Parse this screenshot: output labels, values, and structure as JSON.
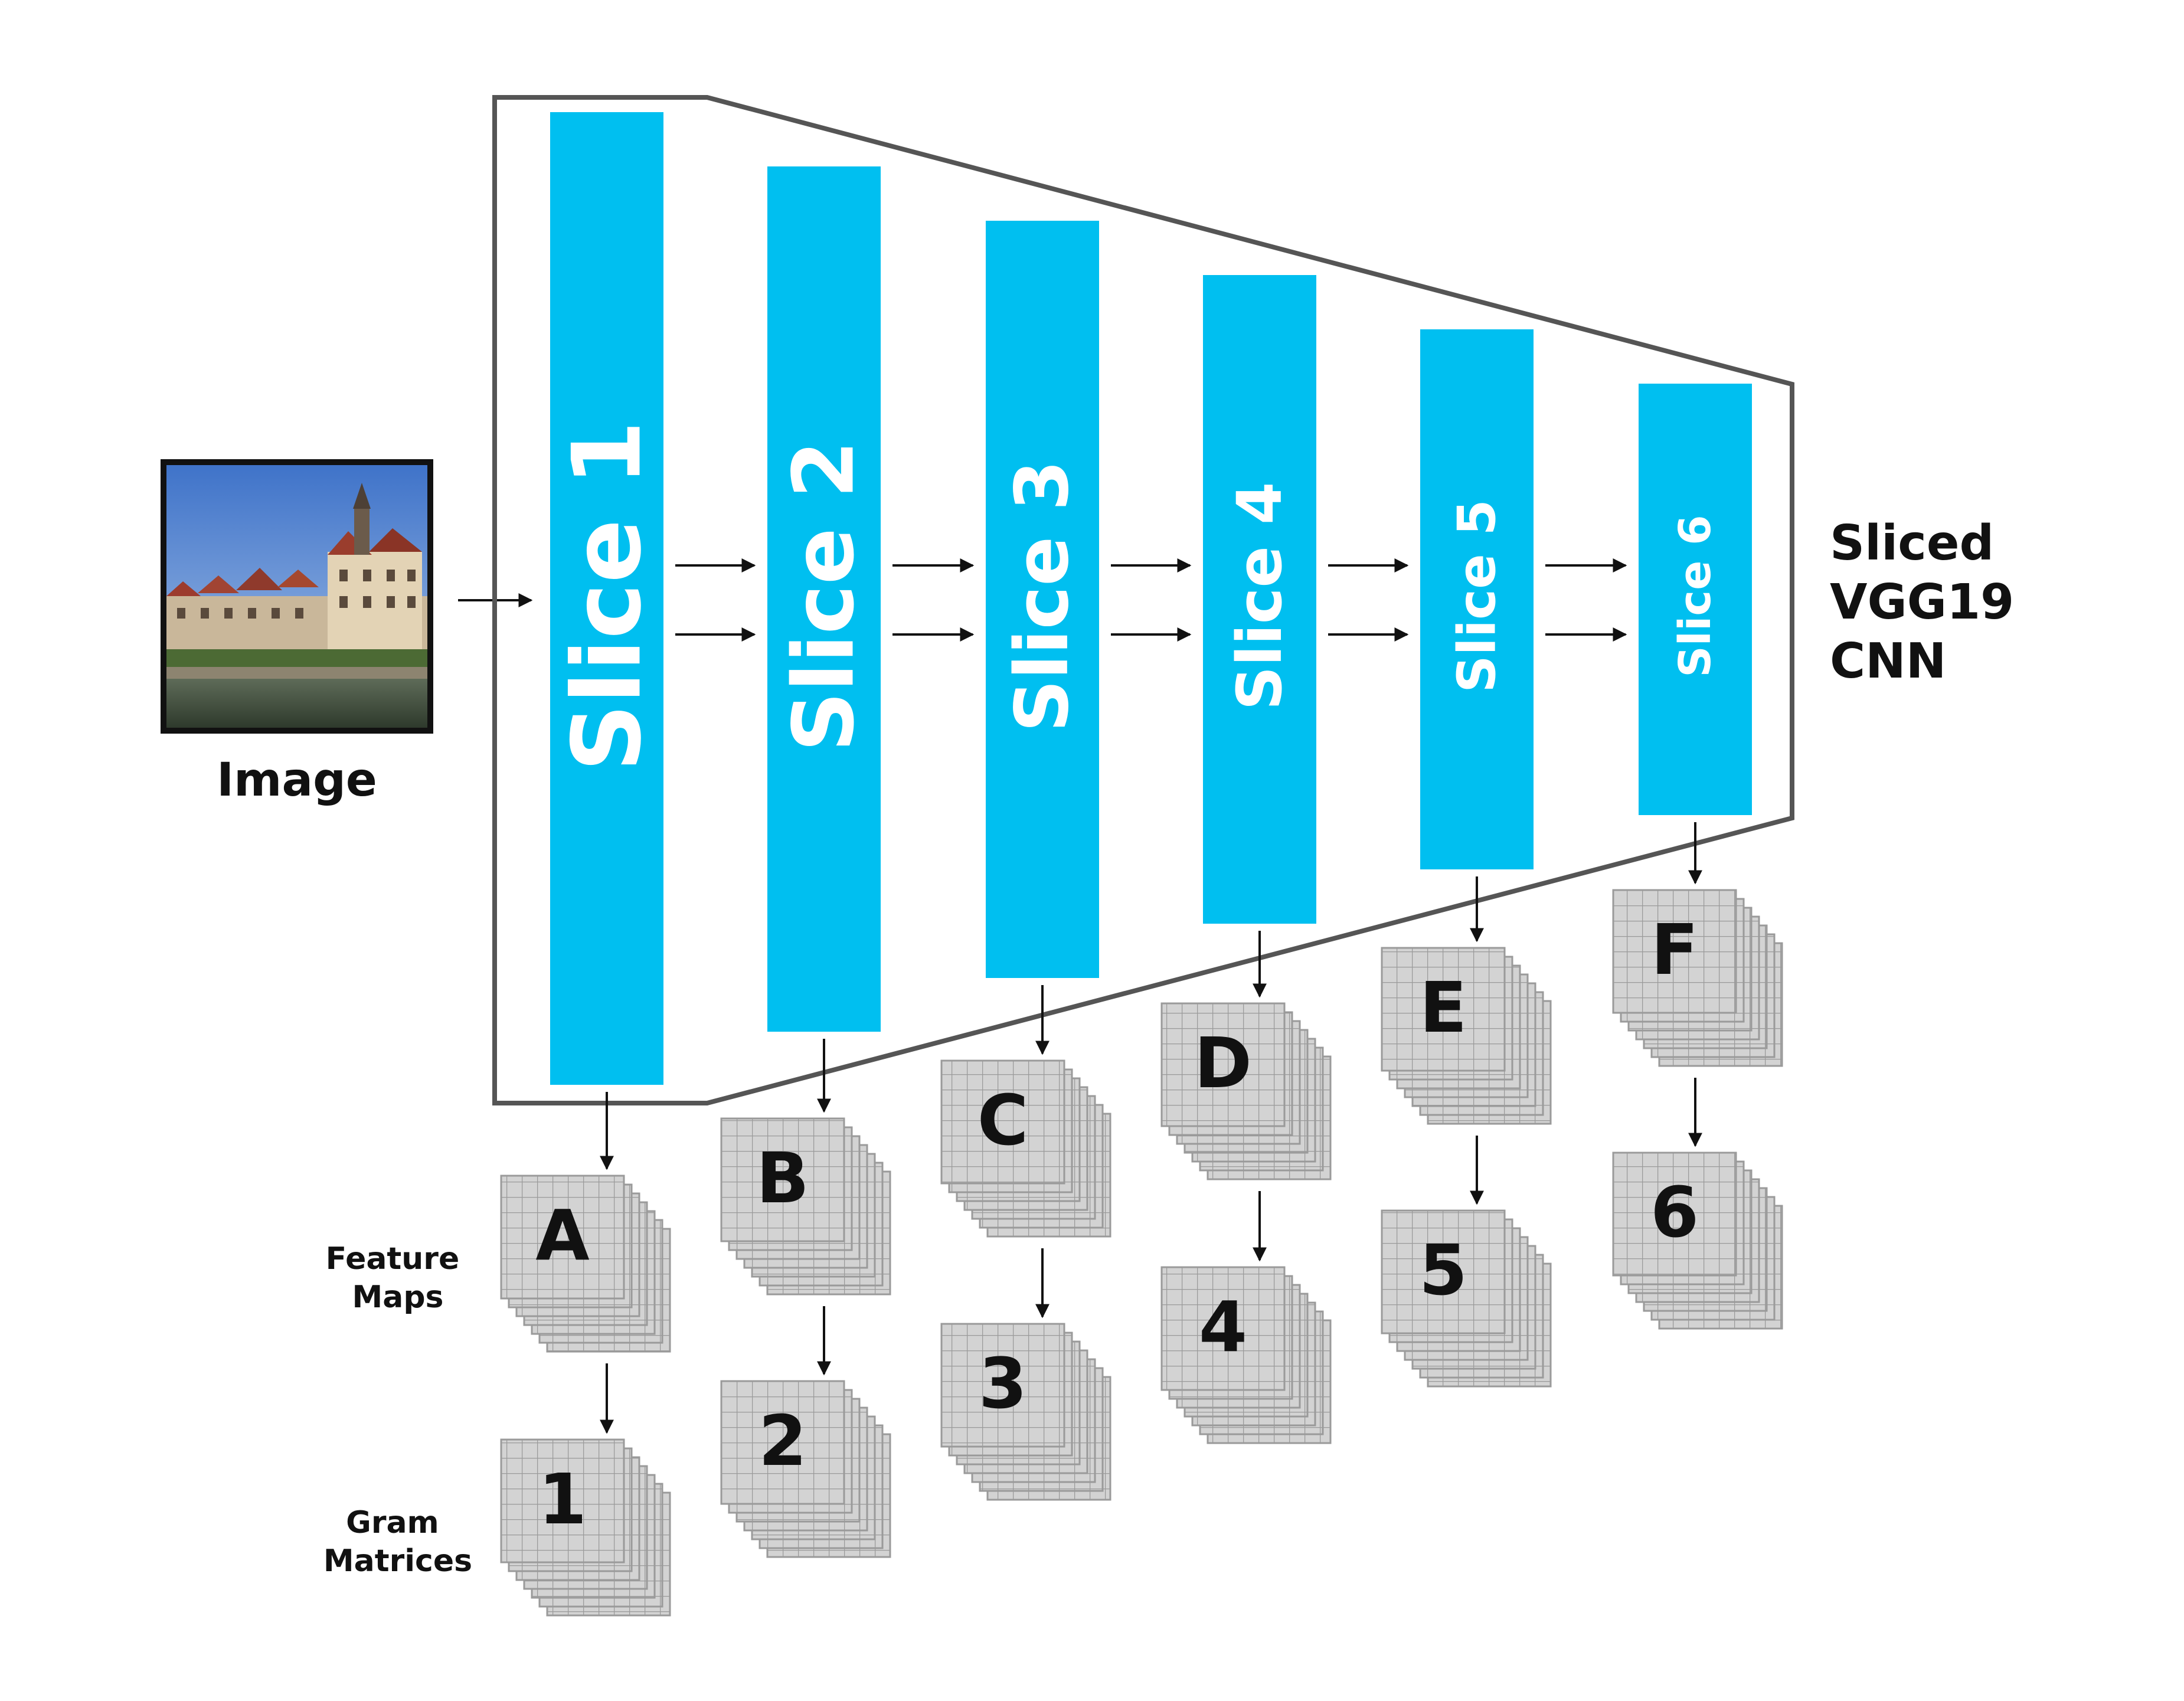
{
  "title_lines": [
    "Sliced",
    "VGG19",
    "CNN"
  ],
  "input_label": "Image",
  "feature_maps_label": [
    "Feature",
    "Maps"
  ],
  "gram_matrices_label": [
    "Gram",
    "Matrices"
  ],
  "slices": [
    {
      "label": "Slice 1",
      "feature_map": "A",
      "gram_matrix": "1"
    },
    {
      "label": "Slice 2",
      "feature_map": "B",
      "gram_matrix": "2"
    },
    {
      "label": "Slice 3",
      "feature_map": "C",
      "gram_matrix": "3"
    },
    {
      "label": "Slice 4",
      "feature_map": "D",
      "gram_matrix": "4"
    },
    {
      "label": "Slice 5",
      "feature_map": "E",
      "gram_matrix": "5"
    },
    {
      "label": "Slice 6",
      "feature_map": "F",
      "gram_matrix": "6"
    }
  ],
  "colors": {
    "slice_fill": "#00BFF0",
    "slice_text": "#FFFFFF",
    "outline": "#555555",
    "grid_fill": "#D3D3D3",
    "grid_line": "#9A9A9A",
    "arrow": "#111111",
    "text": "#111111"
  }
}
